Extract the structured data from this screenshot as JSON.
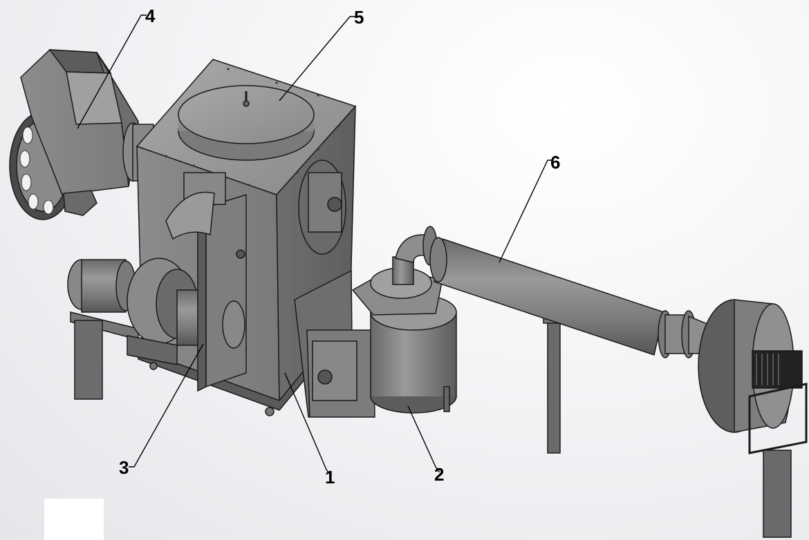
{
  "figure": {
    "callouts": [
      {
        "id": "1",
        "label": "1",
        "part": "main-chamber"
      },
      {
        "id": "2",
        "label": "2",
        "part": "cyclone-separator"
      },
      {
        "id": "3",
        "label": "3",
        "part": "blower-drive"
      },
      {
        "id": "4",
        "label": "4",
        "part": "feed-hopper"
      },
      {
        "id": "5",
        "label": "5",
        "part": "top-lid"
      },
      {
        "id": "6",
        "label": "6",
        "part": "exhaust-duct"
      }
    ],
    "colors": {
      "metal_light": "#9a9a9a",
      "metal_mid": "#7c7c7c",
      "metal_dark": "#5a5a5a",
      "outline": "#1a1a1a",
      "leader": "#000000"
    }
  }
}
